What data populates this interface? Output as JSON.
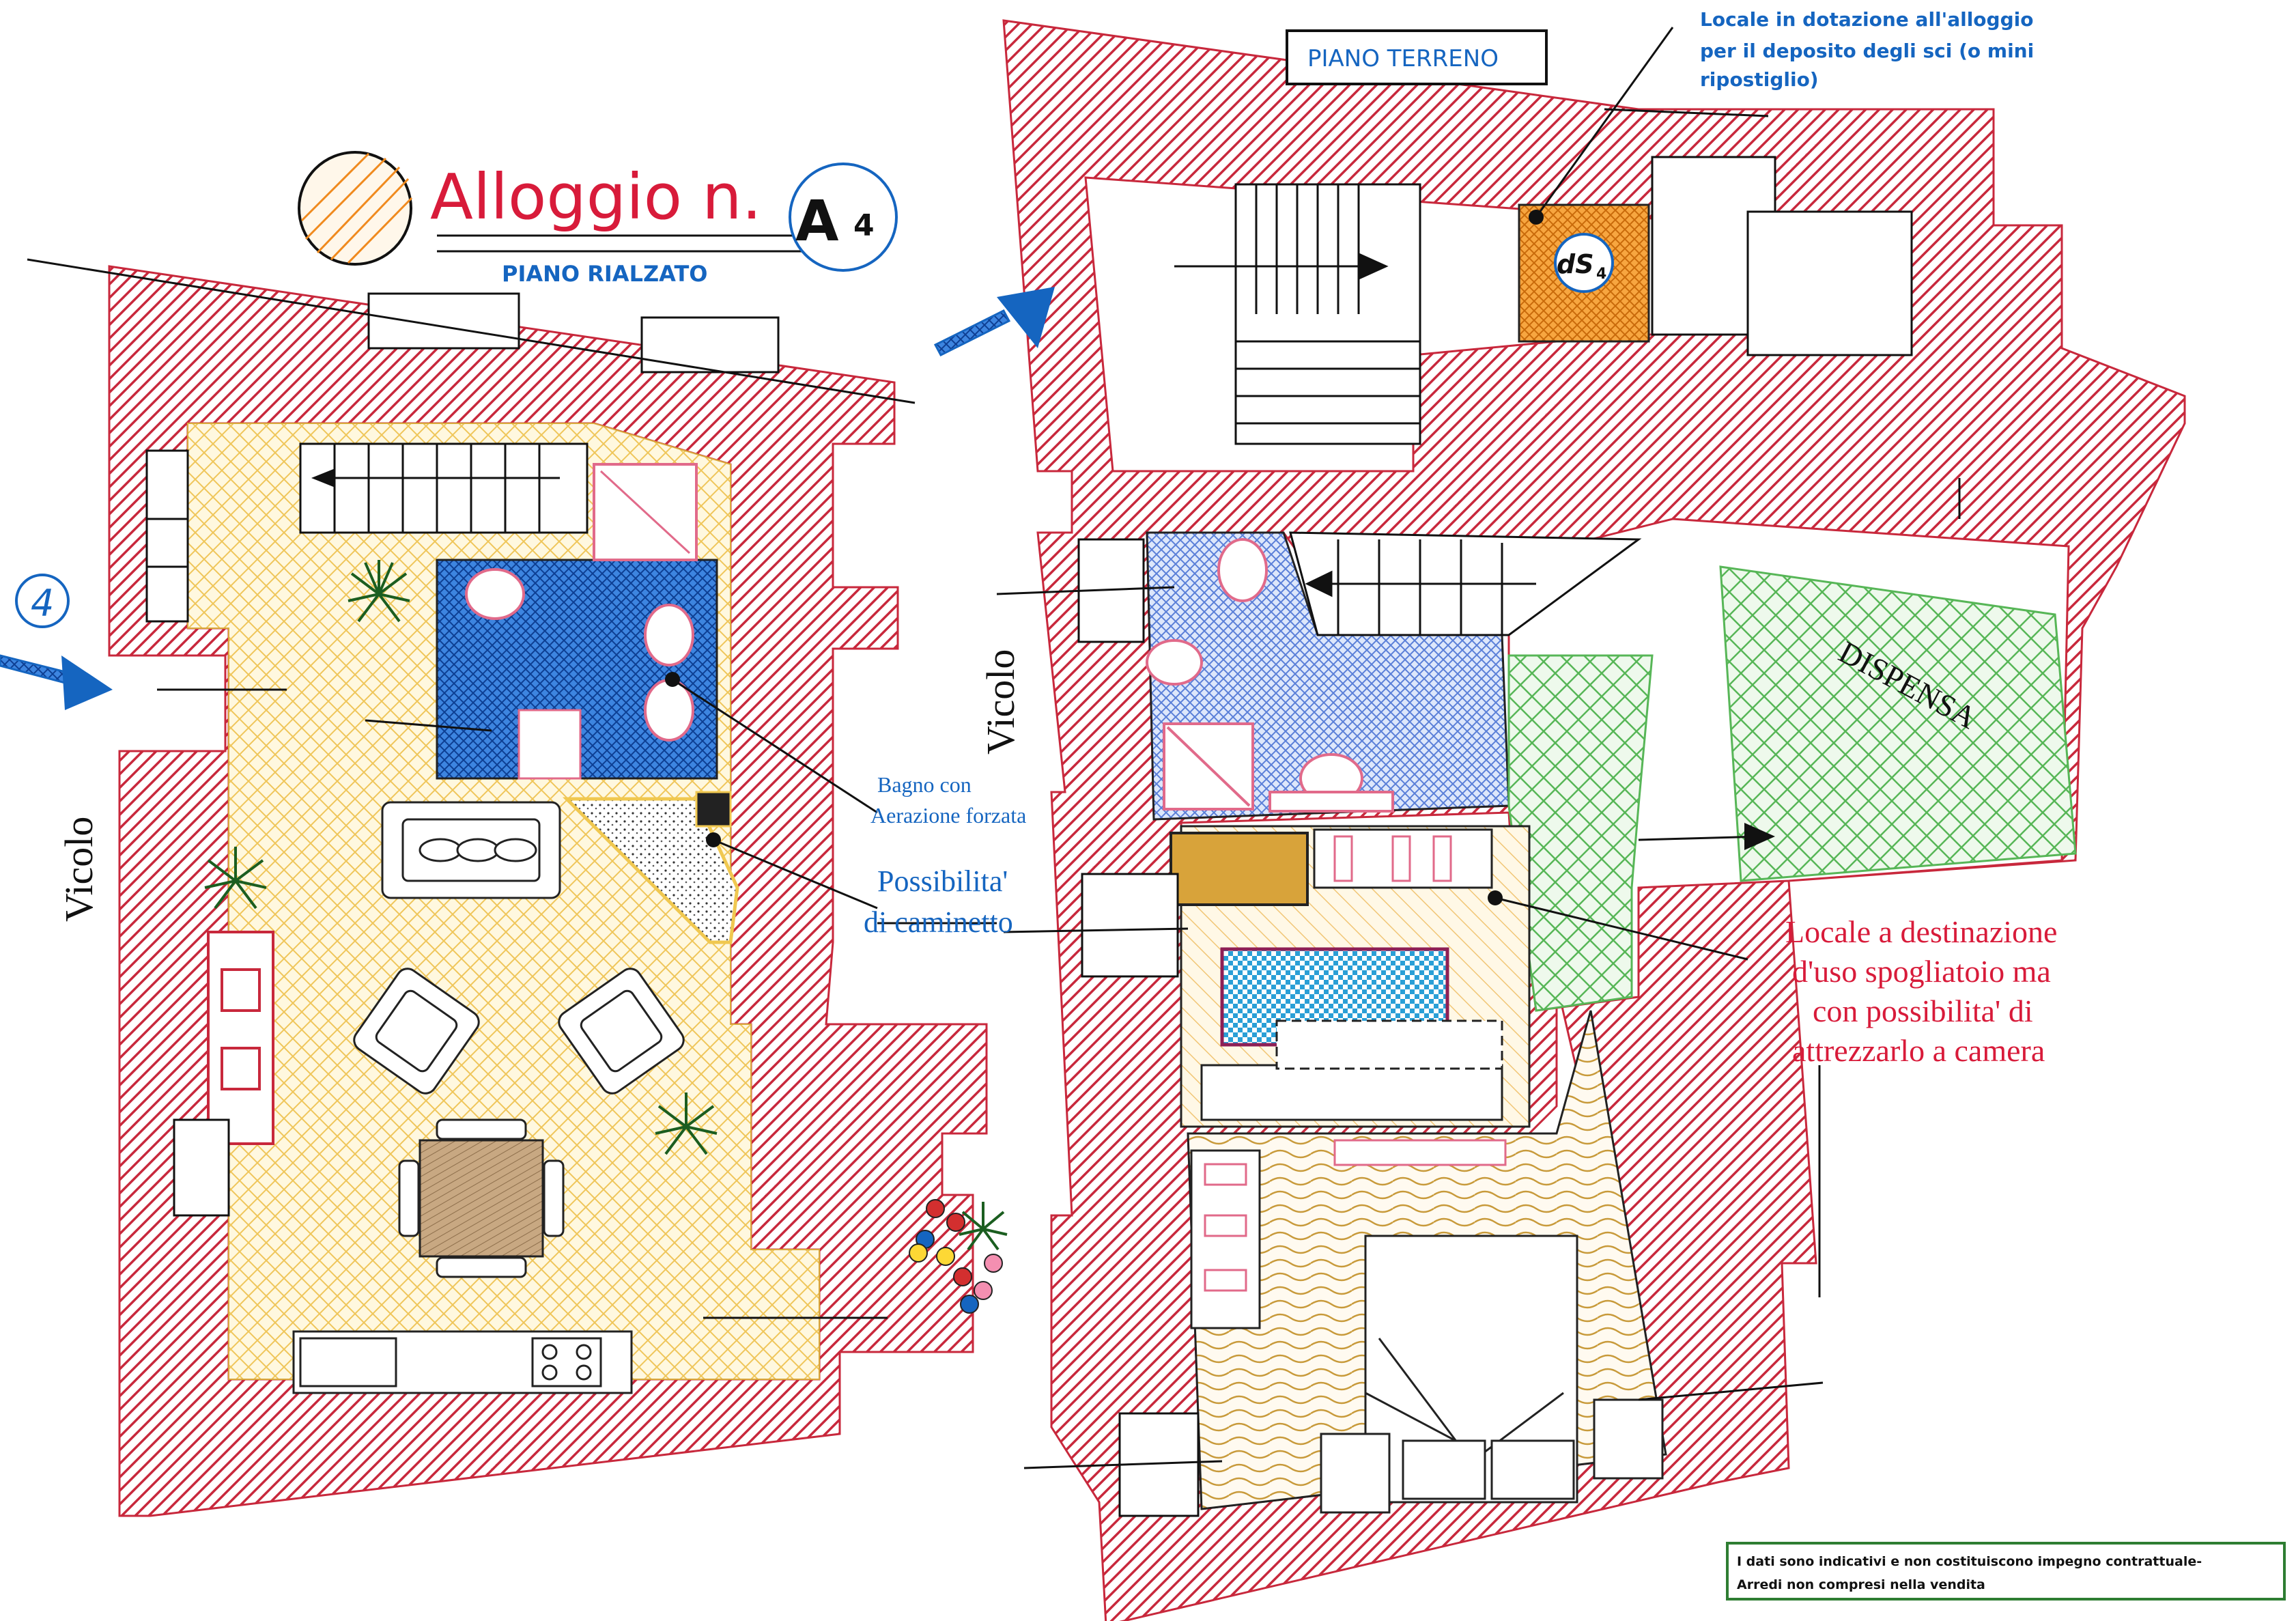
{
  "title": {
    "prefix": "Alloggio  n.",
    "unit_letter": "A",
    "unit_number": "4",
    "level": "PIANO RIALZATO"
  },
  "entrance_number": "4",
  "ground_floor": {
    "label": "PIANO TERRENO",
    "ski_storage_note": [
      "Locale in dotazione all'alloggio",
      "per il deposito degli sci (o mini",
      "ripostiglio)"
    ],
    "storage_tag": "dS",
    "storage_tag_sub": "4"
  },
  "streets": {
    "left": "Vicolo",
    "middle": "Vicolo"
  },
  "annotations": {
    "bathroom": [
      "Bagno con",
      "Aerazione forzata"
    ],
    "fireplace": [
      "Possibilita'",
      "di caminetto"
    ],
    "dressing_room": [
      "Locale a destinazione",
      "d'uso spogliatoio ma",
      "con possibilita' di",
      "attrezzarlo a camera"
    ]
  },
  "room_labels": {
    "pantry": "DISPENSA"
  },
  "disclaimer": [
    "I dati sono indicativi e non costituiscono impegno contrattuale-",
    "Arredi non compresi nella vendita"
  ],
  "colors": {
    "wall": "#c8283c",
    "living": "#f0c850",
    "bath": "#1f6fd1",
    "pantry": "#3fae3f",
    "bed": "#b8902a",
    "storage": "#f08a1e",
    "label_blue": "#1565c0",
    "label_red": "#d81b3a"
  }
}
